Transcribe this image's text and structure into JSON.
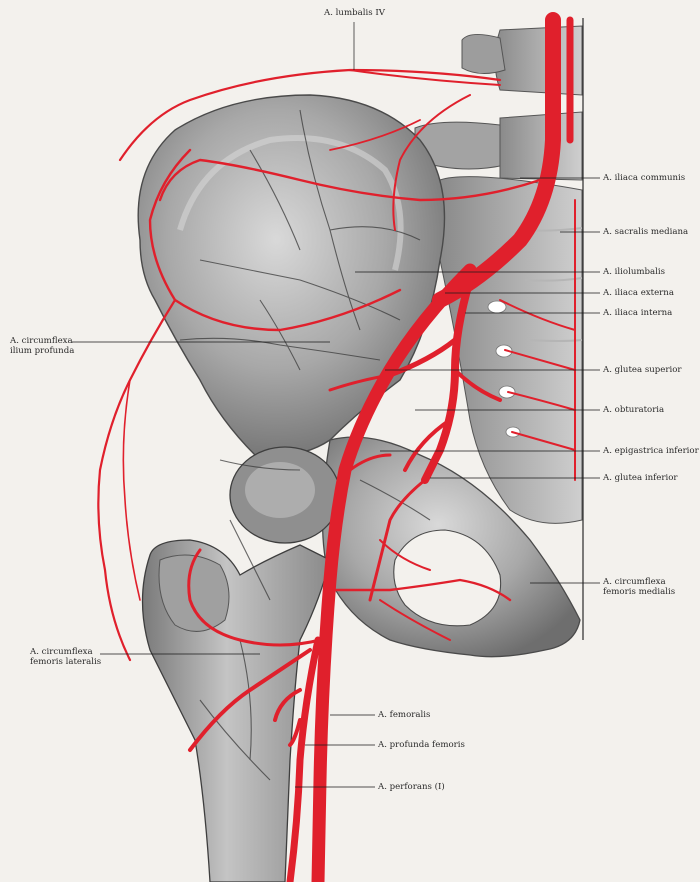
{
  "colors": {
    "background": "#f3f1ed",
    "bone": "#8f8f8f",
    "bone_light": "#cfcfcf",
    "artery": "#e0202c",
    "leader": "#1a1a1a"
  },
  "labels": {
    "lumbalis": "A. lumbalis IV",
    "iliaca_communis": "A. iliaca communis",
    "sacralis_mediana": "A. sacralis mediana",
    "iliolumbalis": "A. iliolumbalis",
    "iliaca_externa": "A. iliaca externa",
    "iliaca_interna": "A. iliaca interna",
    "circumflexa_ilium_1": "A. circumflexa",
    "circumflexa_ilium_2": "ilium profunda",
    "glutea_superior": "A. glutea superior",
    "obturatoria": "A. obturatoria",
    "epigastrica_inferior": "A. epigastrica inferior",
    "glutea_inferior": "A. glutea inferior",
    "circumflexa_medialis_1": "A. circumflexa",
    "circumflexa_medialis_2": "femoris medialis",
    "circumflexa_lateralis_1": "A. circumflexa",
    "circumflexa_lateralis_2": "femoris lateralis",
    "femoralis": "A. femoralis",
    "profunda_femoris": "A. profunda femoris",
    "perforans": "A. perforans (I)"
  }
}
